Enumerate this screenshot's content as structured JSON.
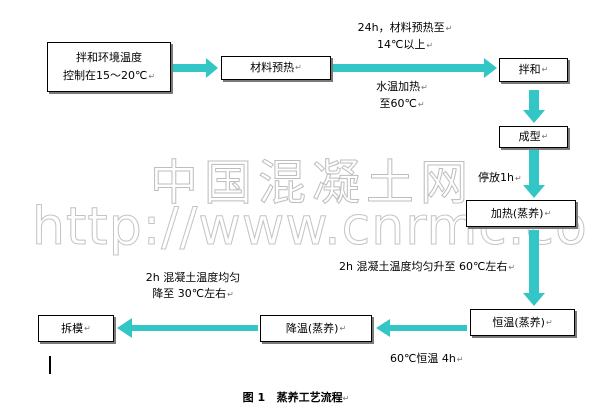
{
  "watermark": {
    "chinese": "中国混凝土网",
    "url": "http://www.cnrmc.com"
  },
  "nodes": {
    "mix_temp_line1": "拌和环境温度",
    "mix_temp_line2": "控制在15～20℃",
    "preheat": "材料预热",
    "mixing": "拌和",
    "forming": "成型",
    "heating": "加热(蒸养)",
    "constant": "恒温(蒸养)",
    "cooling": "降温(蒸养)",
    "demold": "拆模"
  },
  "labels": {
    "preheat_line1": "24h，材料预热至",
    "preheat_line2": "14℃以上",
    "water_line1": "水温加热",
    "water_line2": "至60℃",
    "rest": "停放1h",
    "rise": "2h 混凝土温度均匀升至 60℃左右",
    "hold": "60℃恒温 4h",
    "cool_line1": "2h 混凝土温度均匀",
    "cool_line2": "降至 30℃左右"
  },
  "paragraph_mark": "↵",
  "caption": {
    "figure": "图 1",
    "title": "蒸养工艺流程"
  },
  "colors": {
    "arrow": "#33c6c6",
    "border": "#000000",
    "shadow": "#7a7a7a"
  }
}
